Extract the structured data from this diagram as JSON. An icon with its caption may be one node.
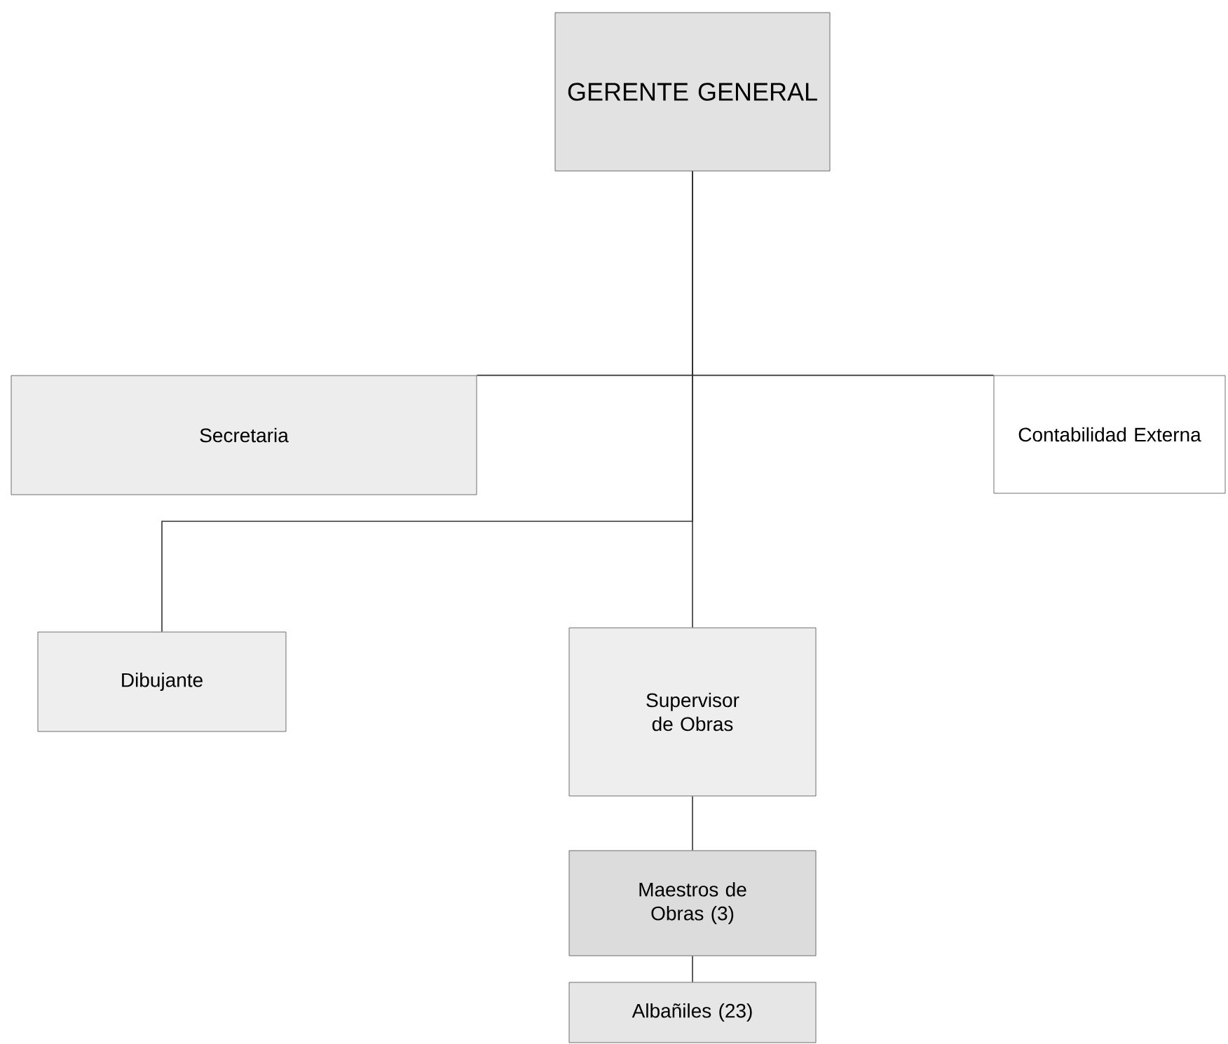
{
  "diagram": {
    "nodes": [
      {
        "text": [
          "GERENTE GENERAL"
        ]
      },
      {
        "text": [
          "Secretaria"
        ]
      },
      {
        "text": [
          "Contabilidad Externa"
        ]
      },
      {
        "text": [
          "Dibujante"
        ]
      },
      {
        "text": [
          "Supervisor de Obras"
        ]
      },
      {
        "text": [
          "Maestros de Obras (3)"
        ]
      },
      {
        "text": [
          "Albañiles (23)"
        ]
      }
    ],
    "edges": [
      {
        "from": 0,
        "to": 1,
        "arrow": "none"
      },
      {
        "from": 0,
        "to": 2,
        "arrow": "none"
      },
      {
        "from": 0,
        "to": 3,
        "arrow": "none"
      },
      {
        "from": 0,
        "to": 4,
        "arrow": "none"
      },
      {
        "from": 4,
        "to": 5,
        "arrow": "none"
      },
      {
        "from": 5,
        "to": 6,
        "arrow": "none"
      }
    ]
  }
}
